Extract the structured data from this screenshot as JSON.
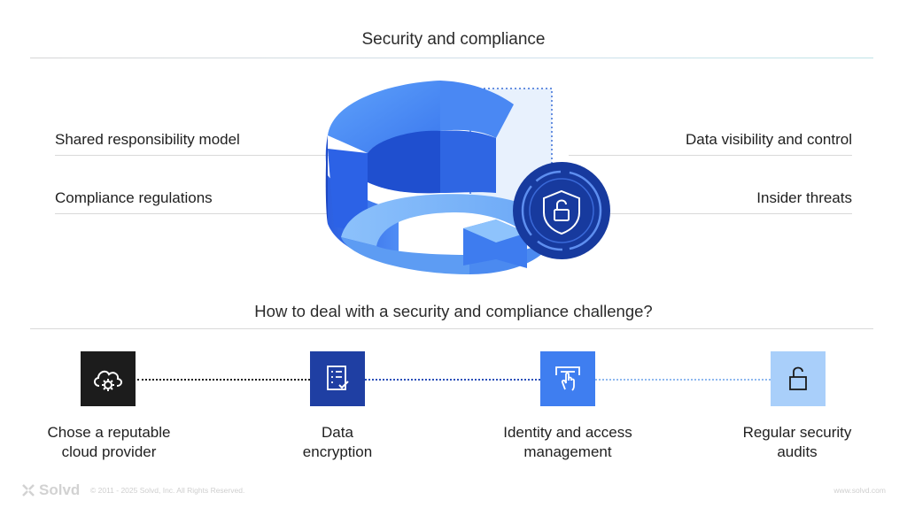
{
  "header": {
    "title": "Security and compliance"
  },
  "challenges": {
    "left": [
      "Shared responsibility model",
      "Compliance regulations"
    ],
    "right": [
      "Data visibility and control",
      "Insider threats"
    ]
  },
  "section": {
    "subtitle": "How to deal with a security and compliance challenge?"
  },
  "steps": [
    {
      "line1": "Chose a reputable",
      "line2": "cloud provider",
      "icon": "cloud-gear-icon",
      "color": "#1c1c1c"
    },
    {
      "line1": "Data",
      "line2": "encryption",
      "icon": "checklist-icon",
      "color": "#1f3fa3"
    },
    {
      "line1": "Identity and access",
      "line2": "management",
      "icon": "touch-login-icon",
      "color": "#3f7ef0"
    },
    {
      "line1": "Regular security",
      "line2": "audits",
      "icon": "unlock-icon",
      "color": "#a9cffa"
    }
  ],
  "footer": {
    "brand": "Solvd",
    "copyright": "© 2011 - 2025 Solvd, Inc. All Rights Reserved.",
    "website": "www.solvd.com"
  }
}
